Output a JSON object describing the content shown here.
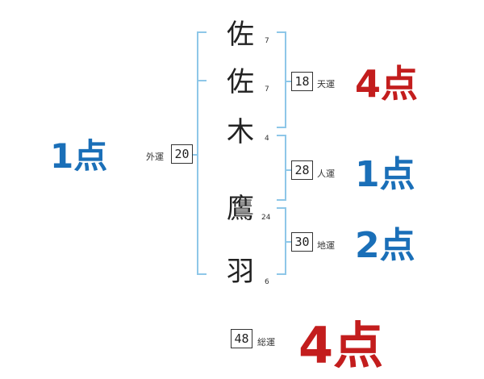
{
  "colors": {
    "bracket": "#8ec7e8",
    "good": "#1a6fb8",
    "great": "#c31d1d",
    "ink": "#222222"
  },
  "name_chars": [
    {
      "char": "佐",
      "strokes": "7"
    },
    {
      "char": "佐",
      "strokes": "7"
    },
    {
      "char": "木",
      "strokes": "4"
    },
    {
      "char": "鷹",
      "strokes": "24"
    },
    {
      "char": "羽",
      "strokes": "6"
    }
  ],
  "gaikaku": {
    "value": "20",
    "label": "外運",
    "score": "1点",
    "score_color": "good"
  },
  "tenkaku": {
    "value": "18",
    "label": "天運",
    "score": "4点",
    "score_color": "great"
  },
  "jinkaku": {
    "value": "28",
    "label": "人運",
    "score": "1点",
    "score_color": "good"
  },
  "chikaku": {
    "value": "30",
    "label": "地運",
    "score": "2点",
    "score_color": "good"
  },
  "soukaku": {
    "value": "48",
    "label": "総運",
    "score": "4点",
    "score_color": "great"
  }
}
